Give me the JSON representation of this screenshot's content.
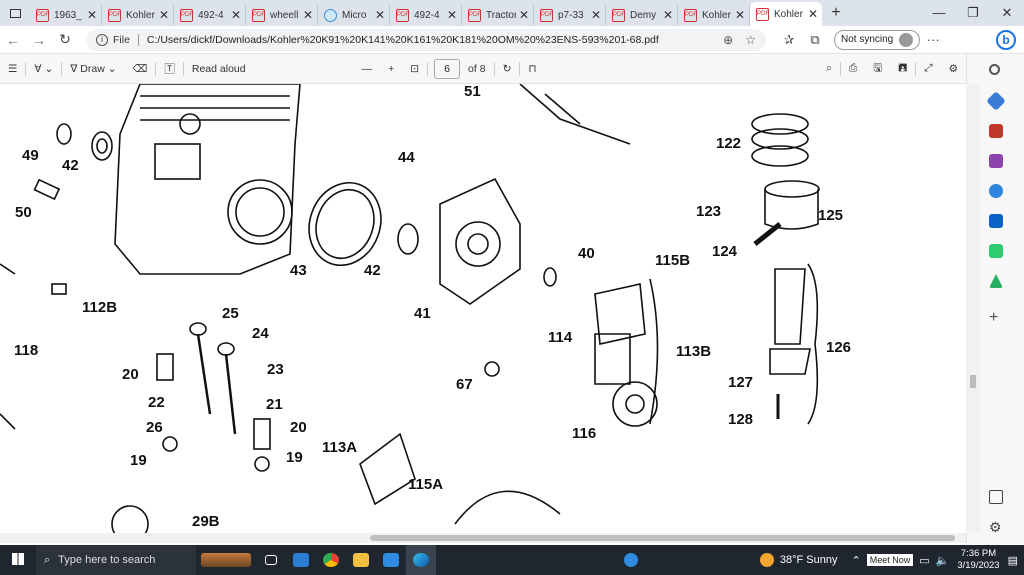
{
  "tabs": [
    {
      "label": "1963_",
      "icon": "pdf"
    },
    {
      "label": "Kohler",
      "icon": "pdf"
    },
    {
      "label": "492-4",
      "icon": "pdf"
    },
    {
      "label": "wheell",
      "icon": "pdf"
    },
    {
      "label": "Micro",
      "icon": "edge"
    },
    {
      "label": "492-4",
      "icon": "pdf"
    },
    {
      "label": "Tractor",
      "icon": "pdf"
    },
    {
      "label": "p7-33",
      "icon": "pdf"
    },
    {
      "label": "Demy",
      "icon": "pdf"
    },
    {
      "label": "Kohler",
      "icon": "pdf"
    },
    {
      "label": "Kohler",
      "icon": "pdf",
      "active": true
    }
  ],
  "address": {
    "file_label": "File",
    "url": "C:/Users/dickf/Downloads/Kohler%20K91%20K141%20K161%20K181%20OM%20%23ENS-593%201-68.pdf",
    "sync_label": "Not syncing"
  },
  "pdf_toolbar": {
    "draw_label": "Draw",
    "read_aloud_label": "Read aloud",
    "page_number": "6",
    "page_total": "of 8"
  },
  "diagram_labels": [
    "51",
    "122",
    "49",
    "42",
    "44",
    "50",
    "123",
    "125",
    "124",
    "43",
    "42",
    "40",
    "115B",
    "112B",
    "41",
    "25",
    "24",
    "114",
    "118",
    "113B",
    "126",
    "20",
    "23",
    "67",
    "127",
    "22",
    "21",
    "26",
    "20",
    "19",
    "19",
    "116",
    "128",
    "113A",
    "115A",
    "29B"
  ],
  "taskbar": {
    "search_placeholder": "Type here to search",
    "weather": "38°F  Sunny",
    "meet_now": "Meet Now",
    "time": "7:36 PM",
    "date": "3/19/2023"
  }
}
